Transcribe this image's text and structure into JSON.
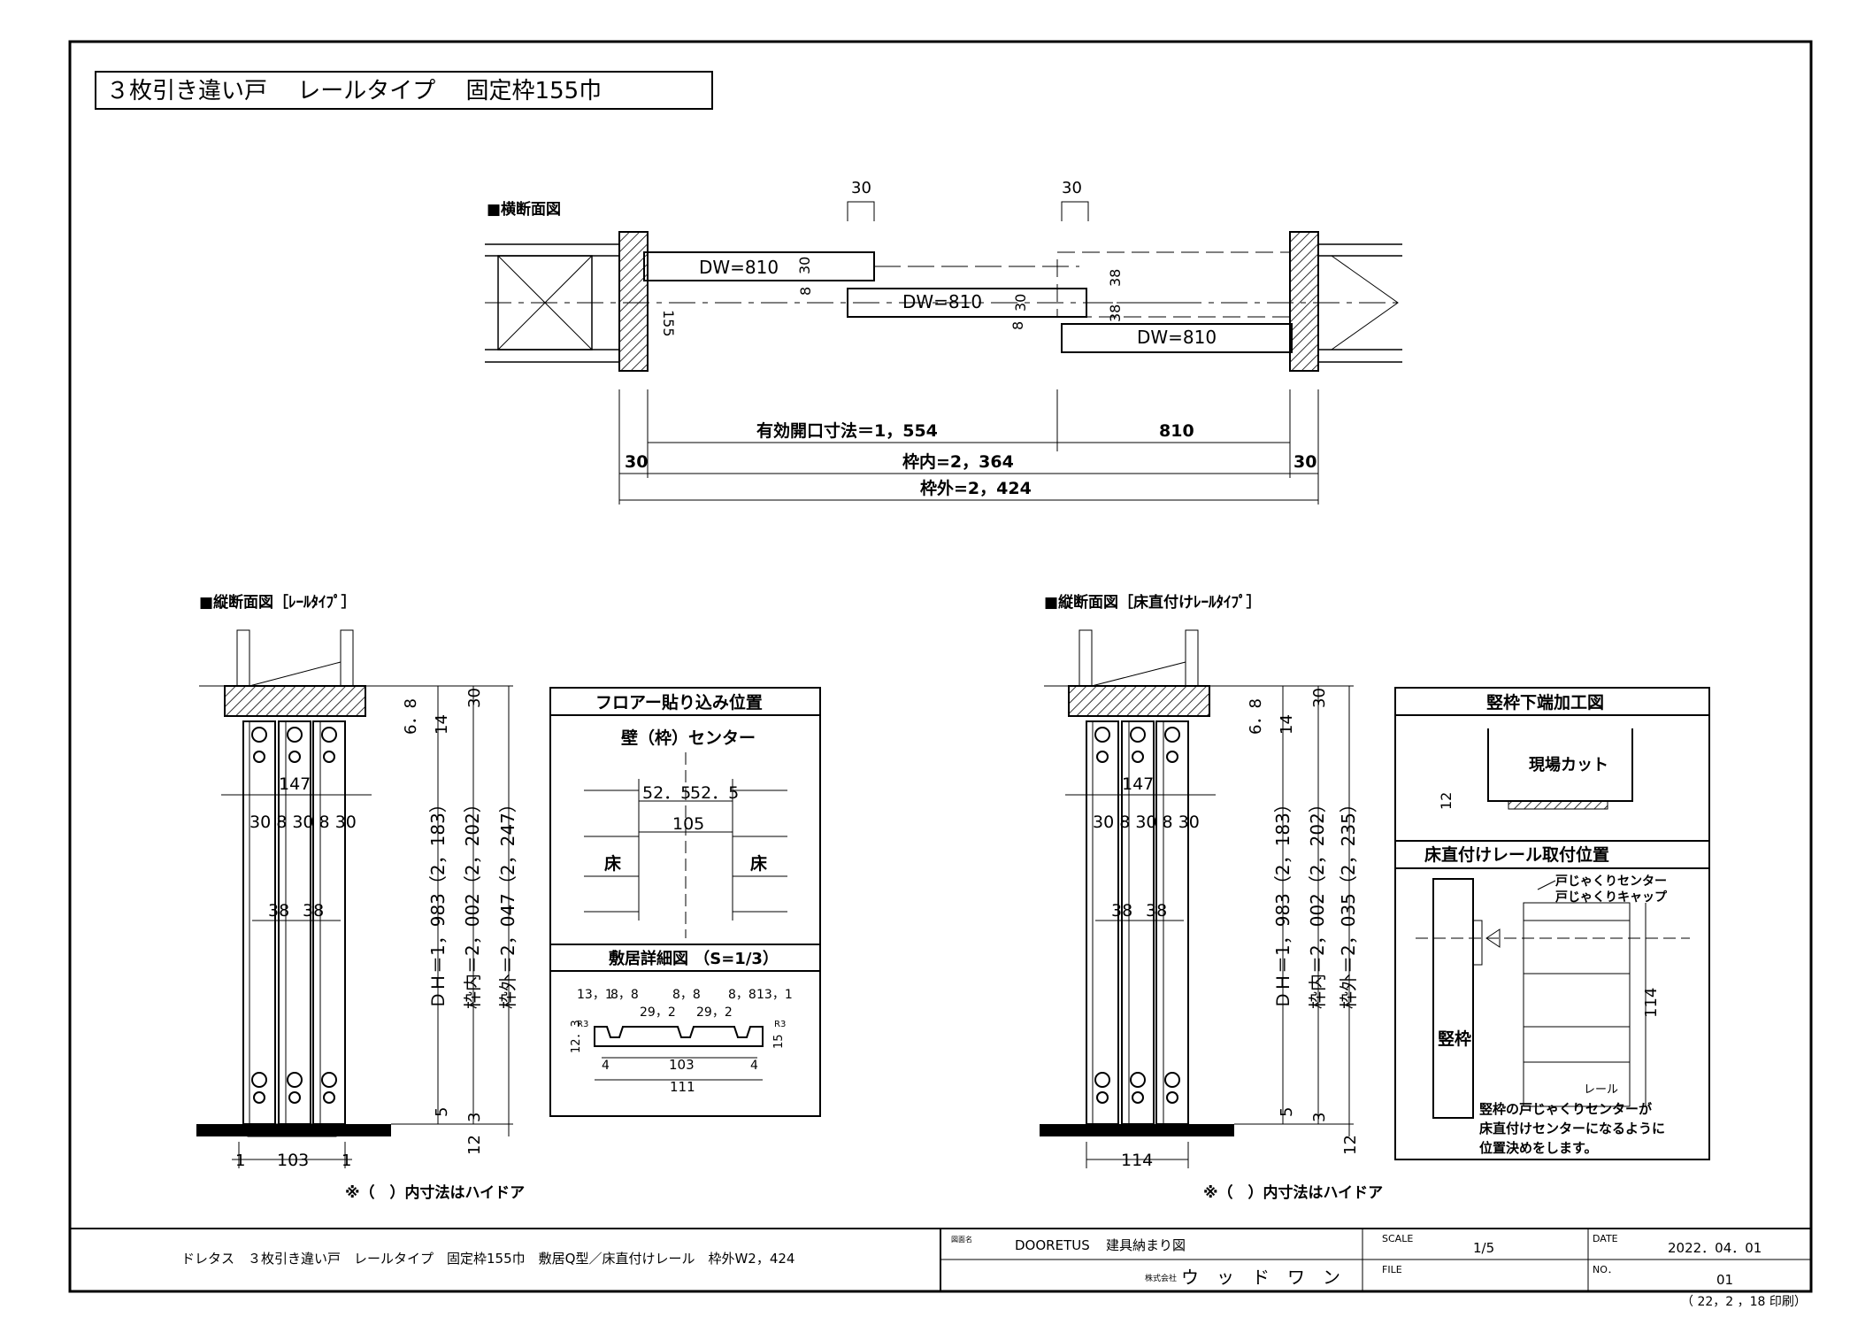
{
  "title": "３枚引き違い戸　 レールタイプ　 固定枠155巾",
  "plan": {
    "heading": "■横断面図",
    "dim_30_a": "30",
    "dim_30_b": "30",
    "door1_label": "DW=810",
    "door2_label": "DW=810",
    "door3_label": "DW=810",
    "dim_155": "155",
    "dim_30_door": "30",
    "dim_8_a": "8",
    "dim_30_door2": "30",
    "dim_8_b": "8",
    "dim_38_a": "38",
    "dim_38_b": "38",
    "opening": "有効開口寸法＝1，554",
    "dim_810": "810",
    "frame_left": "30",
    "frame_inner": "枠内=2，364",
    "frame_right": "30",
    "frame_outer": "枠外=2，424"
  },
  "section_left": {
    "heading": "■縦断面図［ﾚｰﾙﾀｲﾌﾟ］",
    "dim_147": "147",
    "dims_row": "30 8 30 8 30",
    "dim_38a": "38",
    "dim_38b": "38",
    "dim_68": "6．8",
    "dim_14": "14",
    "dim_30": "30",
    "dh": "ＤＨ＝1，983（2，183）",
    "inner": "枠内＝2，002（2，202）",
    "outer": "枠外＝2，047（2，247）",
    "dim_5": "5",
    "dim_3": "3",
    "dim_12": "12",
    "dim_1a": "1",
    "dim_103": "103",
    "dim_1b": "1",
    "note": "※（　）内寸法はハイドア"
  },
  "section_right": {
    "heading": "■縦断面図［床直付けﾚｰﾙﾀｲﾌﾟ］",
    "dim_147": "147",
    "dims_row": "30 8 30 8 30",
    "dim_38a": "38",
    "dim_38b": "38",
    "dim_68": "6．8",
    "dim_14": "14",
    "dim_30": "30",
    "dh": "ＤＨ＝1，983（2，183）",
    "inner": "枠内＝2，002（2，202）",
    "outer": "枠外＝2，035（2，235）",
    "dim_5": "5",
    "dim_3": "3",
    "dim_12": "12",
    "dim_114": "114",
    "note": "※（　）内寸法はハイドア"
  },
  "floor_box": {
    "title": "フロアー貼り込み位置",
    "wall_center": "壁（枠）センター",
    "dim_525a": "52．5",
    "dim_525b": "52．5",
    "dim_105": "105",
    "floor_l": "床",
    "floor_r": "床"
  },
  "sill_box": {
    "title": "敷居詳細図 （S=1/3）",
    "d1": "13，1",
    "d2": "8，8",
    "d3": "8，8",
    "d4": "8，8",
    "d5": "13，1",
    "d6": "29，2",
    "d7": "29，2",
    "r3a": "R3",
    "r3b": "R3",
    "h123": "12．3",
    "h15": "15",
    "w4a": "4",
    "w4b": "4",
    "w103": "103",
    "w111": "111"
  },
  "frame_box": {
    "title": "竪枠下端加工図",
    "cut": "現場カット",
    "dim_12": "12"
  },
  "rail_box": {
    "title": "床直付けレール取付位置",
    "lbl1": "戸じゃくりセンター",
    "lbl2": "戸じゃくりキャップ",
    "frame": "竪枠",
    "rail": "レール",
    "dim_114": "114",
    "note1": "竪枠の戸じゃくりセンターが",
    "note2": "床直付けセンターになるように",
    "note3": "位置決めをします。"
  },
  "titleblock": {
    "description": "ドレタス　３枚引き違い戸　レールタイプ　固定枠155巾　敷居Q型／床直付けレール　枠外W2，424",
    "drawing_label": "図面名",
    "brand": "DOORETUS",
    "drawing_name": "建具納まり図",
    "company_label": "株式会社",
    "company": "ウ　ッ　ド　ワ　ン",
    "scale_label": "SCALE",
    "scale": "1/5",
    "file_label": "FILE",
    "date_label": "DATE",
    "date": "2022．04．01",
    "no_label": "NO．",
    "no": "01",
    "printed": "（ 22，2 ，18 印刷）"
  }
}
